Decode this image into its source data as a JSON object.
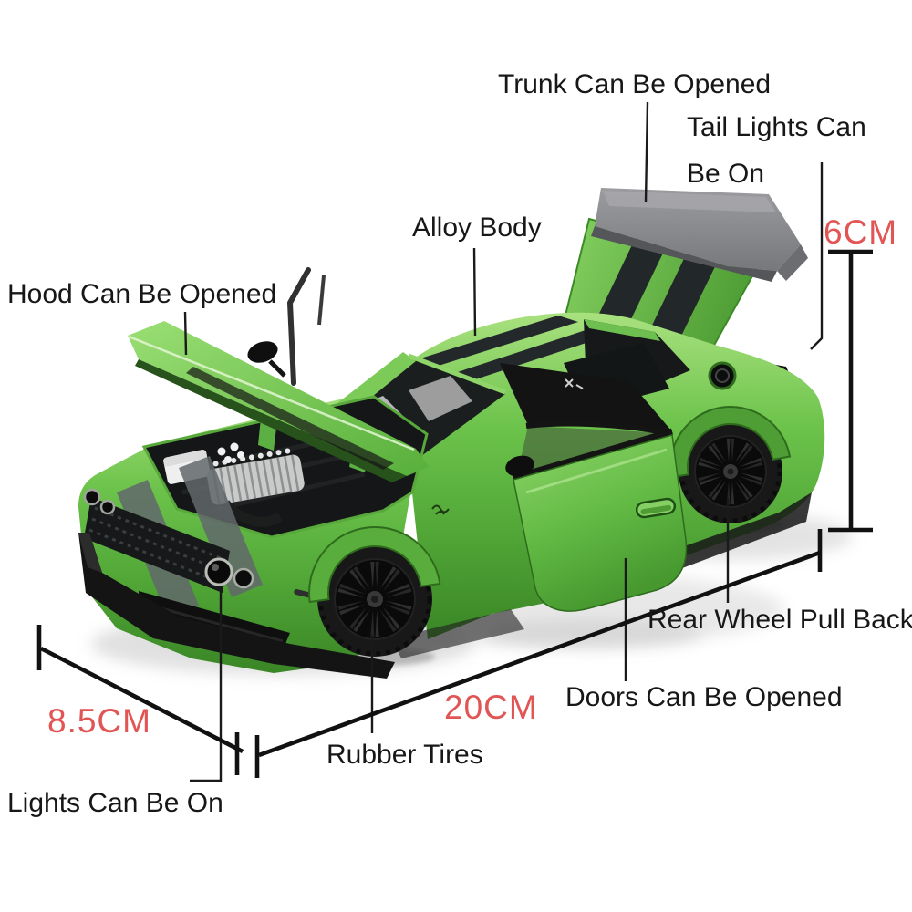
{
  "labels": {
    "trunk": "Trunk Can Be Opened",
    "tail_lights_line1": "Tail Lights Can",
    "tail_lights_line2": "Be On",
    "alloy_body": "Alloy Body",
    "hood": "Hood Can Be Opened",
    "rear_wheel_pull_back": "Rear Wheel Pull Back",
    "doors": "Doors Can Be Opened",
    "rubber_tires": "Rubber Tires",
    "lights": "Lights Can Be On"
  },
  "dimensions": {
    "height": "6CM",
    "length": "20CM",
    "width": "8.5CM"
  },
  "colors": {
    "background": "#ffffff",
    "label_text": "#171717",
    "dimension_red": "#e25555",
    "body_green": "#63bb43",
    "stripe_dark": "#23282b",
    "spoiler_gray": "#909194",
    "wheel_black": "#181818"
  }
}
